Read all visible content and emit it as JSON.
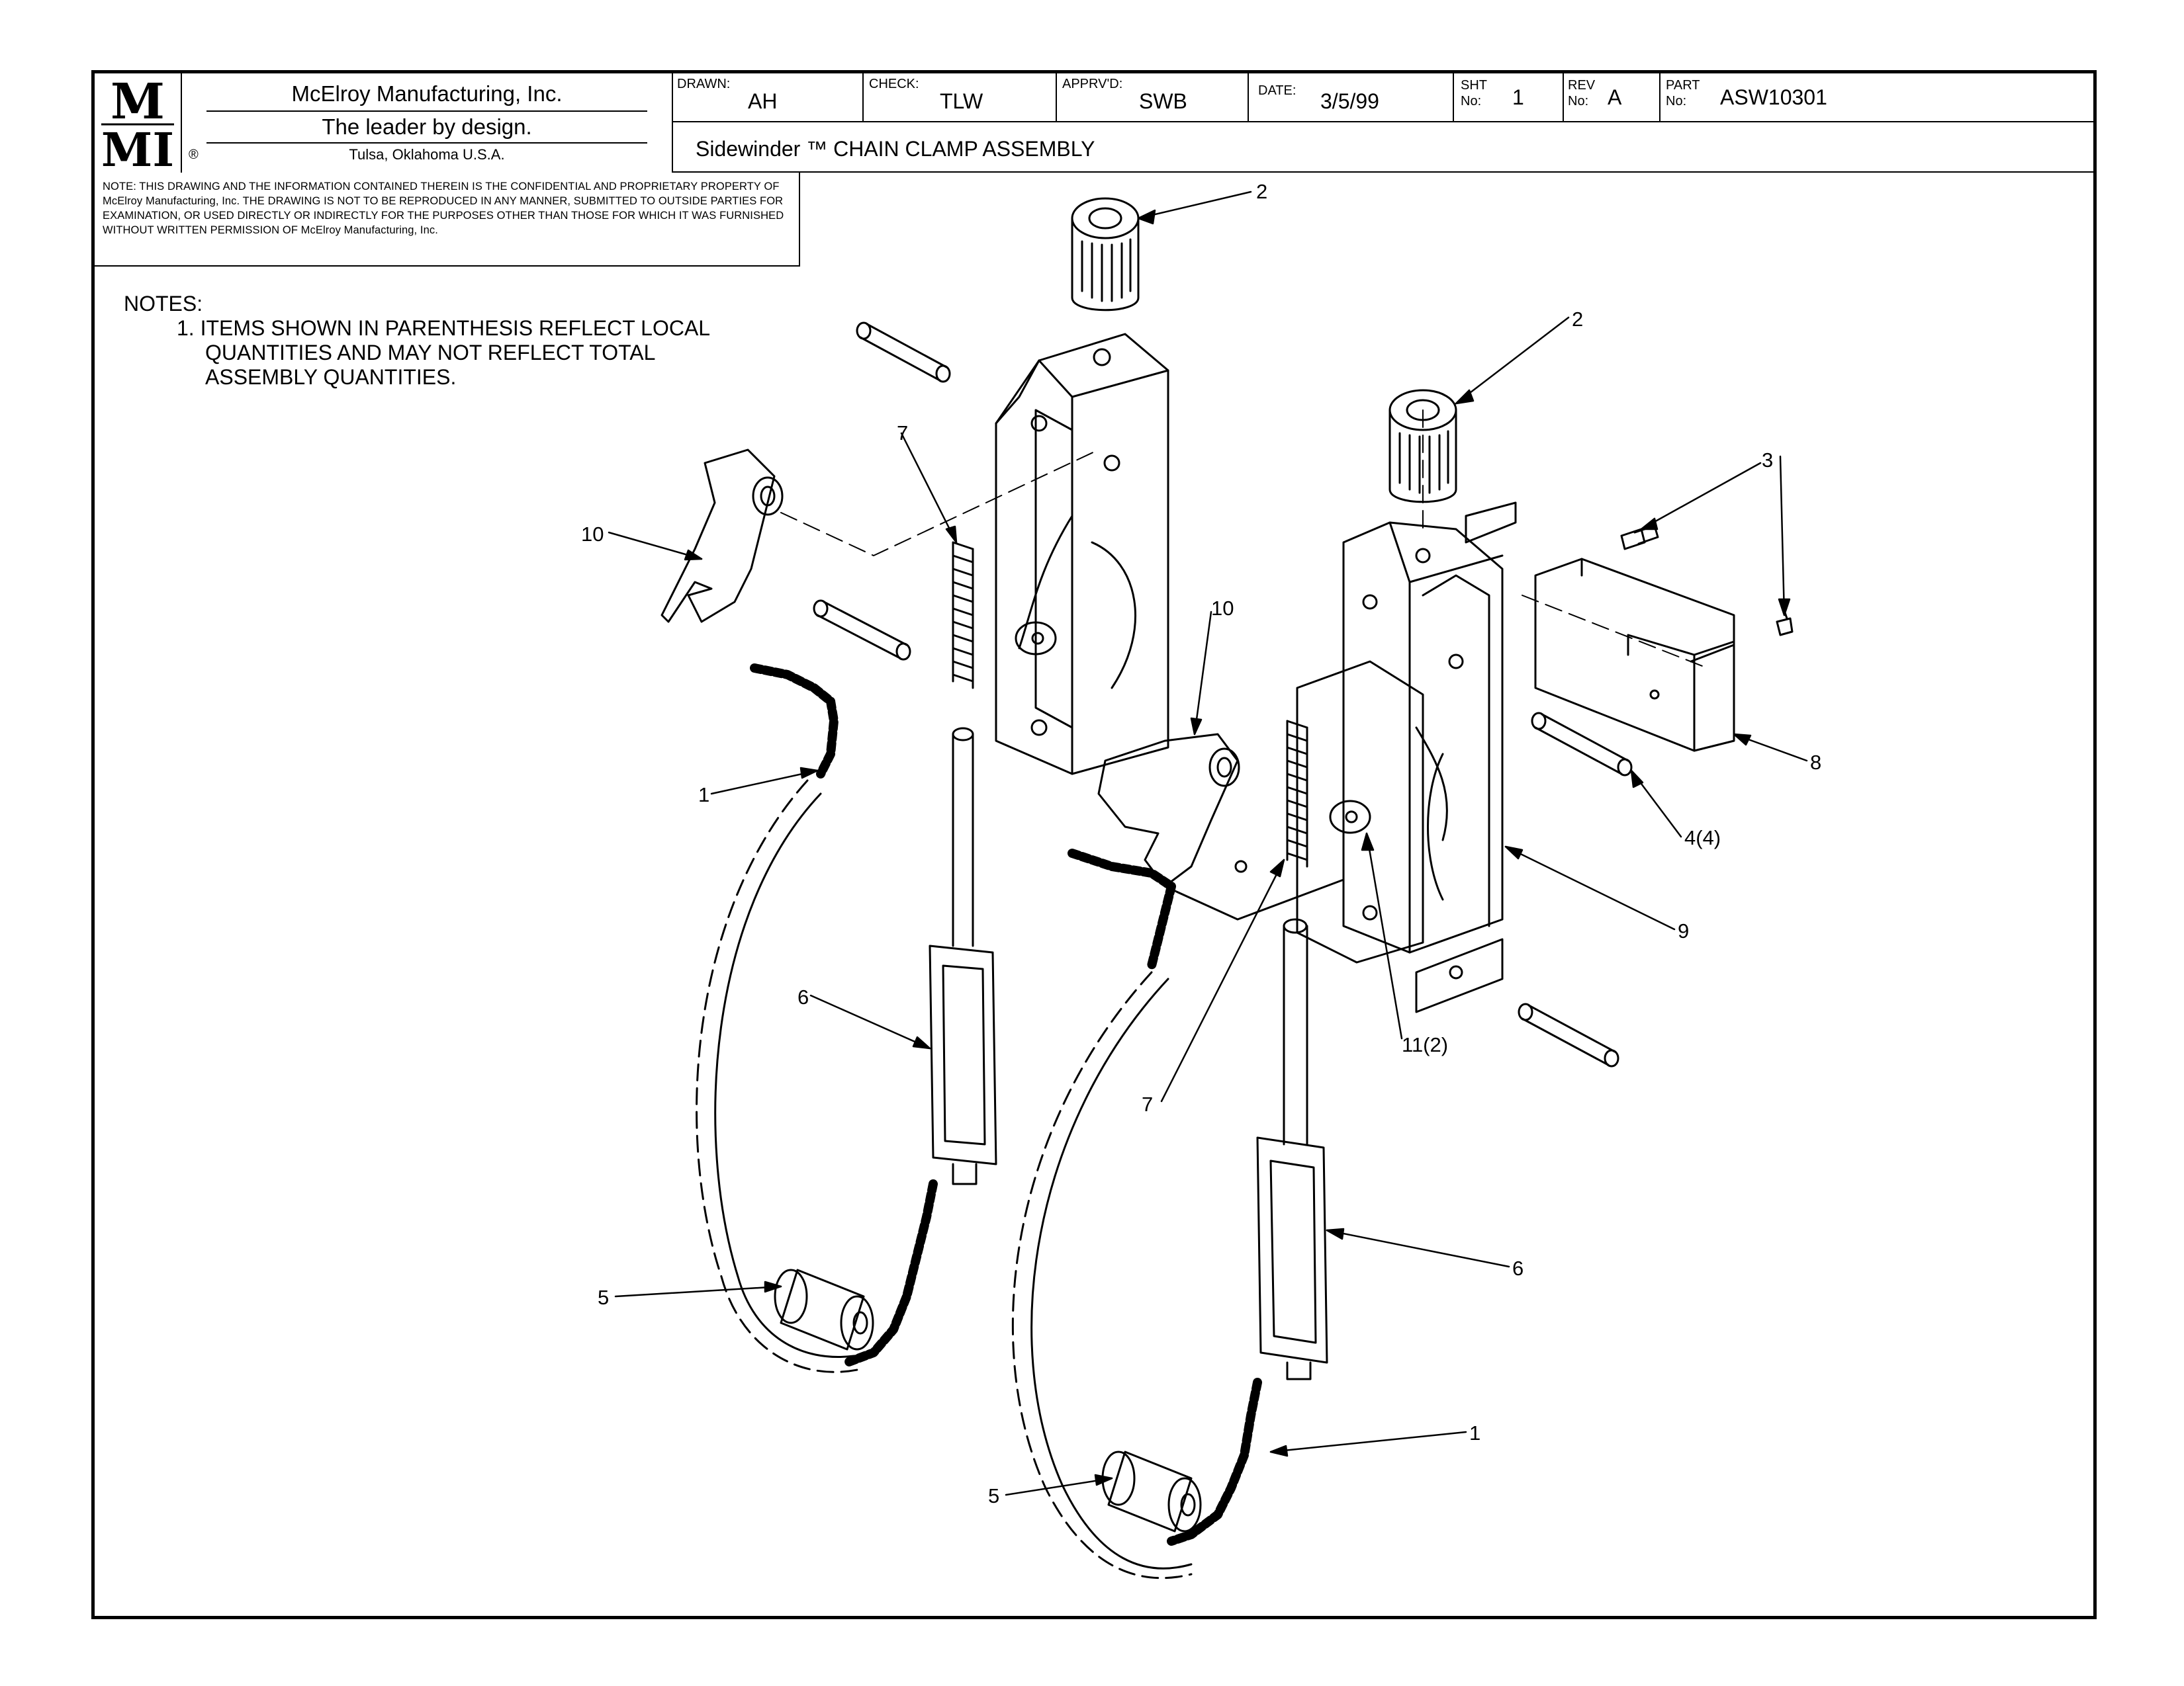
{
  "company": {
    "logo_text": "MMI",
    "name": "McElroy Manufacturing, Inc.",
    "tagline": "The leader by design.",
    "location": "Tulsa, Oklahoma U.S.A."
  },
  "title_block": {
    "drawn_label": "DRAWN:",
    "drawn": "AH",
    "check_label": "CHECK:",
    "check": "TLW",
    "apprvd_label": "APPRV'D:",
    "apprvd": "SWB",
    "date_label": "DATE:",
    "date": "3/5/99",
    "sht_label_1": "SHT",
    "sht_label_2": "No:",
    "sht": "1",
    "rev_label_1": "REV",
    "rev_label_2": "No:",
    "rev": "A",
    "part_label_1": "PART",
    "part_label_2": "No:",
    "part": "ASW10301",
    "title": "Sidewinder ™ CHAIN CLAMP ASSEMBLY"
  },
  "confidential_note": "NOTE: THIS DRAWING AND THE INFORMATION CONTAINED THEREIN IS THE CONFIDENTIAL AND PROPRIETARY PROPERTY OF McElroy Manufacturing, Inc. THE DRAWING IS NOT TO BE REPRODUCED IN ANY MANNER, SUBMITTED TO OUTSIDE PARTIES FOR EXAMINATION, OR USED DIRECTLY OR INDIRECTLY FOR THE PURPOSES OTHER THAN THOSE FOR WHICH IT WAS FURNISHED WITHOUT WRITTEN PERMISSION OF McElroy Manufacturing, Inc.",
  "notes": {
    "heading": "NOTES:",
    "item_1_line_1": "1. ITEMS SHOWN IN PARENTHESIS REFLECT LOCAL",
    "item_1_line_2": "QUANTITIES AND MAY NOT REFLECT TOTAL",
    "item_1_line_3": "ASSEMBLY QUANTITIES."
  },
  "callouts": {
    "c1_left": "1",
    "c1_right": "1",
    "c2_top": "2",
    "c2_right": "2",
    "c3": "3",
    "c4": "4(4)",
    "c5_left": "5",
    "c5_right": "5",
    "c6_left": "6",
    "c6_right": "6",
    "c7_left": "7",
    "c7_right": "7",
    "c8": "8",
    "c9": "9",
    "c10_left": "10",
    "c10_mid": "10",
    "c11": "11(2)"
  }
}
